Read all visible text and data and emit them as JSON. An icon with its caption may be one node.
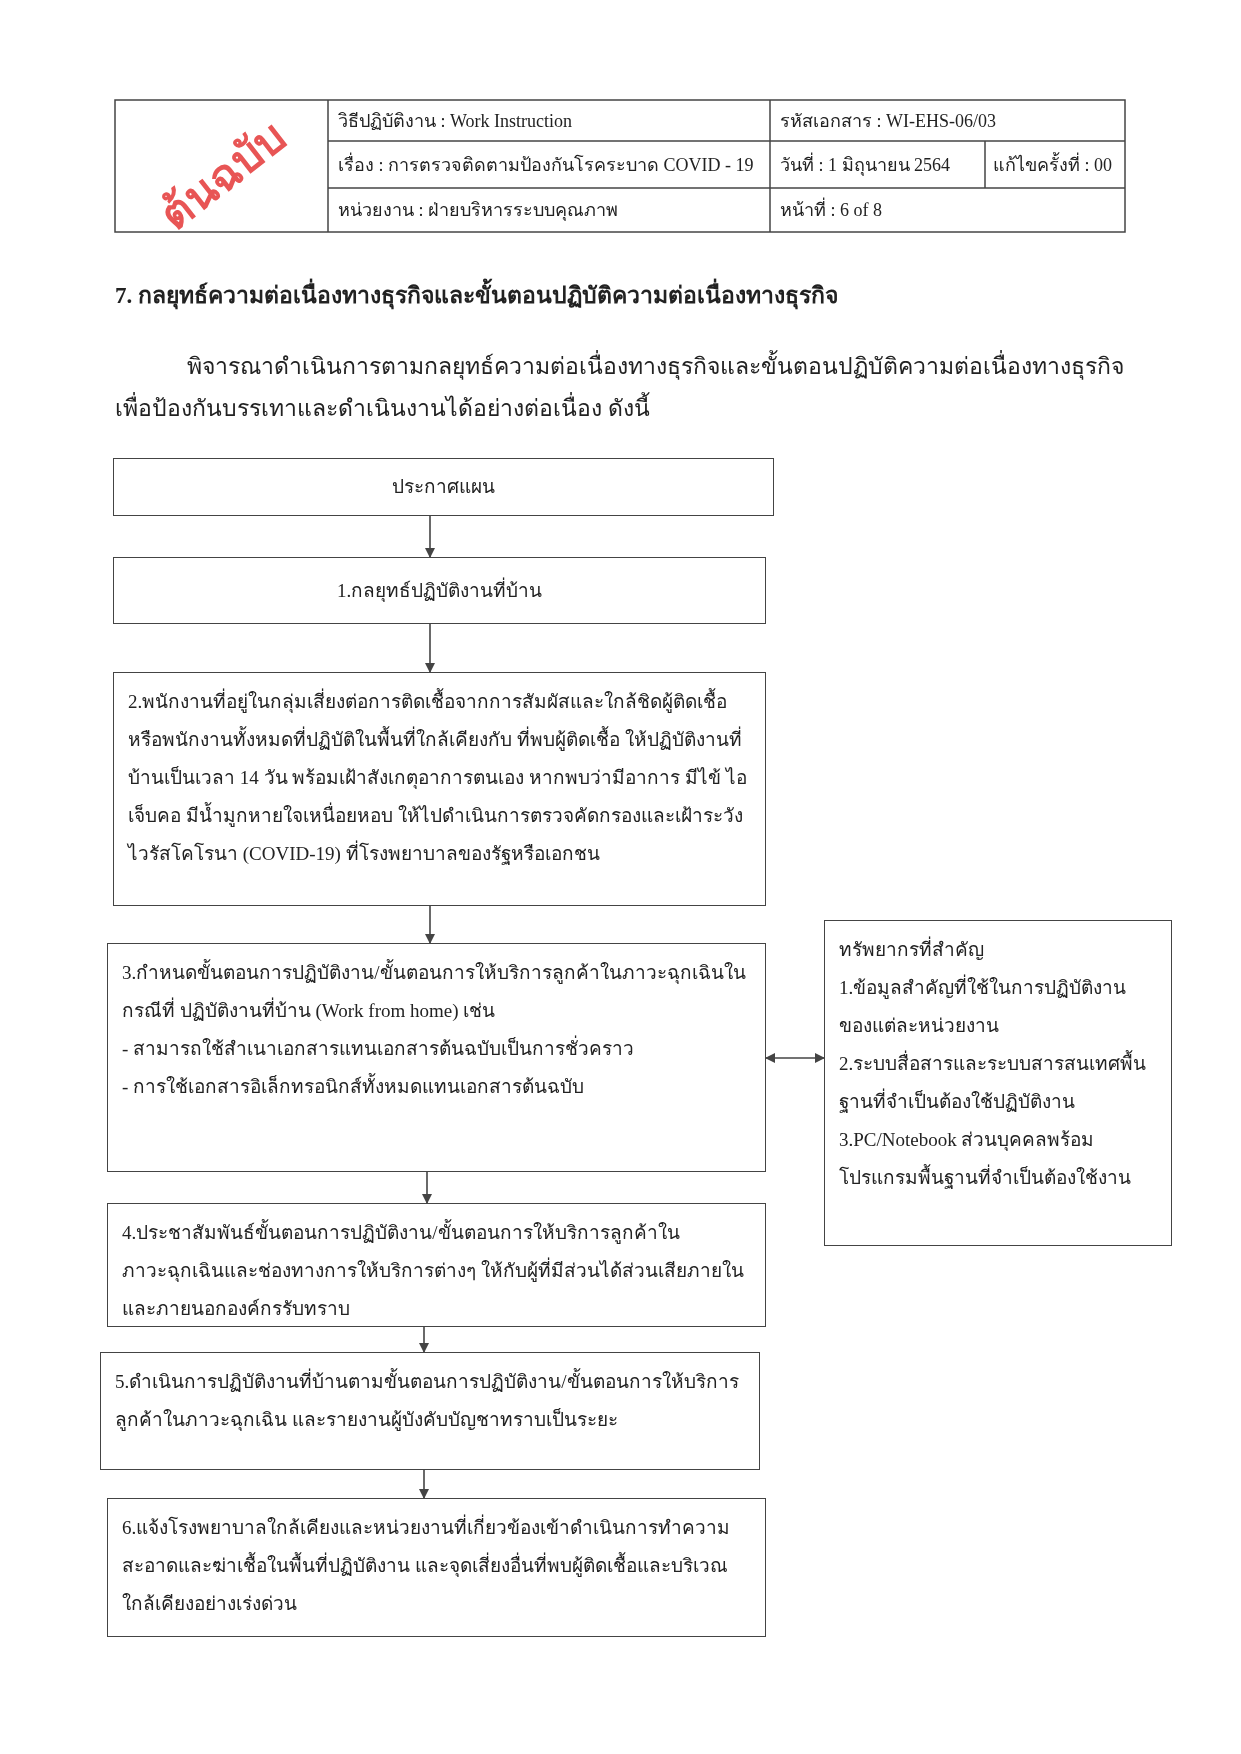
{
  "diagram": {
    "title": "7. กลยุทธ์ความต่อเนื่องทางธุรกิจและขั้นตอนปฏิบัติความต่อเนื่องทางธุรกิจ",
    "nodes": [
      {
        "text": [
          "ประกาศแผน"
        ]
      },
      {
        "text": [
          "1.กลยุทธ์ปฏิบัติงานที่บ้าน"
        ]
      },
      {
        "text": [
          "2.พนักงานที่อยู่ในกลุ่มเสี่ยงต่อการติดเชื้อจากการสัมผัสและใกล้ชิดผู้ติดเชื้อ หรือพนักงานทั้งหมดที่ปฏิบัติในพื้นที่ใกล้เคียงกับ ที่พบผู้ติดเชื้อ ให้ปฏิบัติงานที่บ้านเป็นเวลา 14 วัน พร้อมเฝ้าสังเกตุอาการตนเอง หากพบว่ามีอาการ มีไข้ ไอ เจ็บคอ มีน้ำมูกหายใจเหนื่อยหอบ ให้ไปดำเนินการตรวจคัดกรองและเฝ้าระวังไวรัสโคโรนา (COVID-19) ที่โรงพยาบาลของรัฐหรือเอกชน"
        ]
      },
      {
        "text": [
          "3.กำหนดขั้นตอนการปฏิบัติงาน/ขั้นตอนการให้บริการลูกค้าในภาวะฉุกเฉินในกรณีที่ ปฏิบัติงานที่บ้าน (Work from home) เช่น",
          "- สามารถใช้สำเนาเอกสารแทนเอกสารต้นฉบับเป็นการชั่วคราว",
          "- การใช้เอกสารอิเล็กทรอนิกส์ทั้งหมดแทนเอกสารต้นฉบับ"
        ]
      },
      {
        "text": [
          "ทรัพยากรที่สำคัญ",
          "1.ข้อมูลสำคัญที่ใช้ในการปฏิบัติงานของแต่ละหน่วยงาน",
          "2.ระบบสื่อสารและระบบสารสนเทศพื้นฐานที่จำเป็นต้องใช้ปฏิบัติงาน",
          "3.PC/Notebook ส่วนบุคคลพร้อมโปรแกรมพื้นฐานที่จำเป็นต้องใช้งาน"
        ]
      },
      {
        "text": [
          "4.ประชาสัมพันธ์ขั้นตอนการปฏิบัติงาน/ขั้นตอนการให้บริการลูกค้าในภาวะฉุกเฉินและช่องทางการให้บริการต่างๆ ให้กับผู้ที่มีส่วนได้ส่วนเสียภายในและภายนอกองค์กรรับทราบ"
        ]
      },
      {
        "text": [
          "5.ดำเนินการปฏิบัติงานที่บ้านตามขั้นตอนการปฏิบัติงาน/ขั้นตอนการให้บริการลูกค้าในภาวะฉุกเฉิน และรายงานผู้บังคับบัญชาทราบเป็นระยะ"
        ]
      },
      {
        "text": [
          "6.แจ้งโรงพยาบาลใกล้เคียงและหน่วยงานที่เกี่ยวข้องเข้าดำเนินการทำความสะอาดและฆ่าเชื้อในพื้นที่ปฏิบัติงาน และจุดเสี่ยงอื่นที่พบผู้ติดเชื้อและบริเวณใกล้เคียงอย่างเร่งด่วน"
        ]
      }
    ],
    "edges": [
      {
        "from": 0,
        "to": 1,
        "arrow": "to"
      },
      {
        "from": 1,
        "to": 2,
        "arrow": "to"
      },
      {
        "from": 2,
        "to": 3,
        "arrow": "to"
      },
      {
        "from": 3,
        "to": 4,
        "arrow": "both"
      },
      {
        "from": 3,
        "to": 5,
        "arrow": "to"
      },
      {
        "from": 5,
        "to": 6,
        "arrow": "to"
      },
      {
        "from": 6,
        "to": 7,
        "arrow": "to"
      }
    ],
    "labels": [
      "ต้นฉบับ",
      "วิธีปฏิบัติงาน : Work Instruction",
      "รหัสเอกสาร : WI-EHS-06/03",
      "เรื่อง : การตรวจติดตามป้องกันโรคระบาด COVID - 19",
      "วันที่ : 1 มิถุนายน 2564",
      "แก้ไขครั้งที่ : 00",
      "หน่วยงาน : ฝ่ายบริหารระบบคุณภาพ",
      "หน้าที่ : 6 of 8",
      "พิจารณาดำเนินการตามกลยุทธ์ความต่อเนื่องทางธุรกิจและขั้นตอนปฏิบัติความต่อเนื่องทางธุรกิจ เพื่อป้องกันบรรเทาและดำเนินงานได้อย่างต่อเนื่อง ดังนี้"
    ]
  }
}
